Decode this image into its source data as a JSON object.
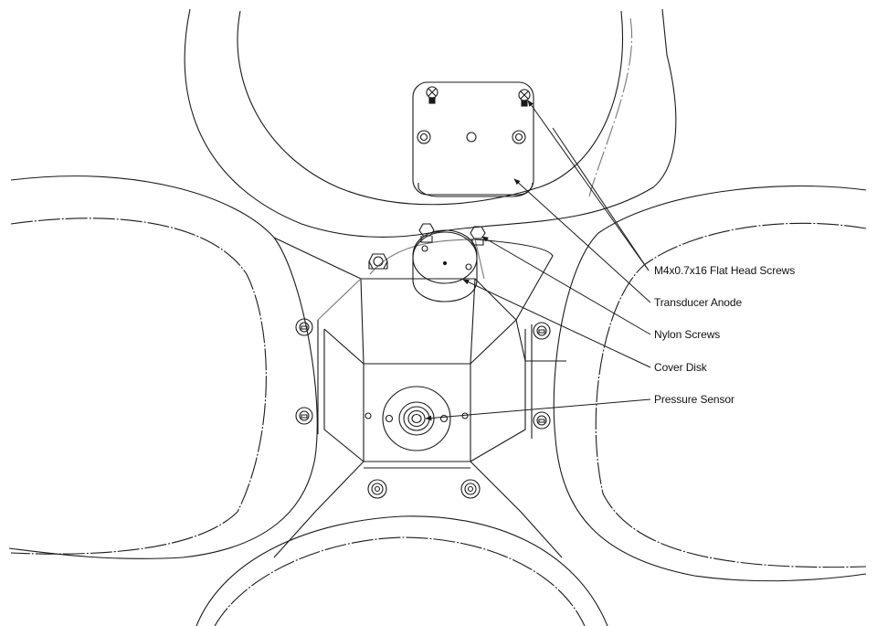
{
  "diagram": {
    "callouts": {
      "flat_head_screws": "M4x0.7x16 Flat Head Screws",
      "transducer_anode": "Transducer Anode",
      "nylon_screws": "Nylon Screws",
      "cover_disk": "Cover Disk",
      "pressure_sensor": "Pressure Sensor"
    },
    "colors": {
      "line": "#1a1a1a",
      "light_line": "#777777",
      "background": "#ffffff"
    }
  }
}
